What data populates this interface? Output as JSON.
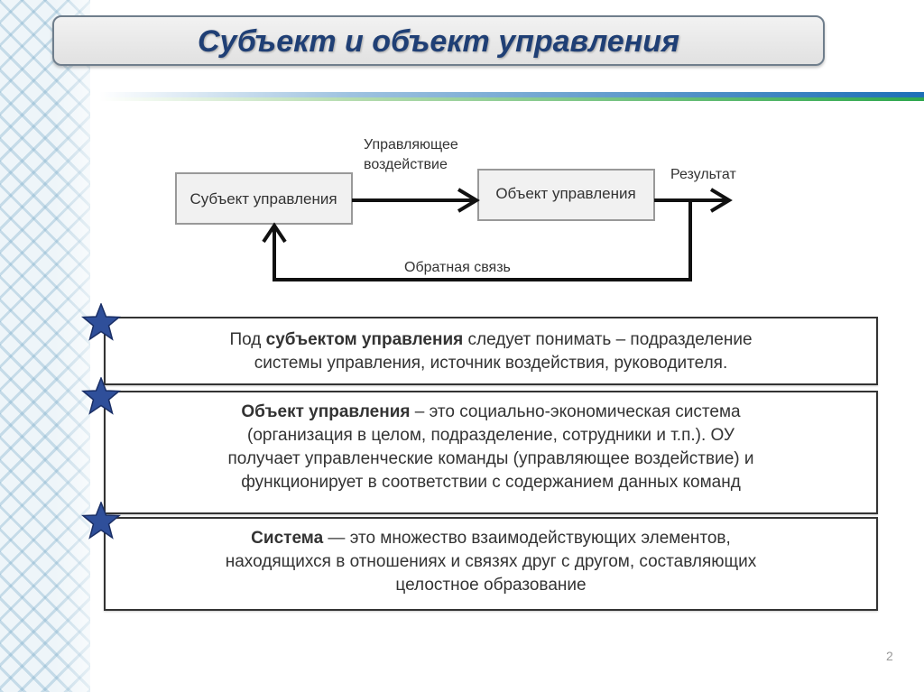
{
  "slide": {
    "title": "Субъект и объект управления",
    "page_number": "2"
  },
  "diagram": {
    "subject_label": "Субъект управления",
    "object_label": "Объект управления",
    "action_label_line1": "Управляющее",
    "action_label_line2": "воздействие",
    "result_label": "Результат",
    "feedback_label": "Обратная связь"
  },
  "definitions": [
    {
      "prefix": "Под ",
      "term": "субъектом управления",
      "text_line1": " следует понимать – подразделение",
      "text_line2": "системы управления, источник воздействия, руководителя."
    },
    {
      "term": "Объект управления",
      "text_line1": " – это социально-экономическая система",
      "text_line2": "(организация в целом, подразделение, сотрудники и т.п.). ОУ",
      "text_line3": "получает управленческие команды (управляющее воздействие) и",
      "text_line4": "функционирует в соответствии с содержанием данных команд"
    },
    {
      "term": "Система",
      "text_line1": " — это множество взаимодействующих элементов,",
      "text_line2": "находящихся в отношениях и связях друг с другом, составляющих",
      "text_line3": "целостное образование"
    }
  ],
  "colors": {
    "title_text": "#1f3f75",
    "star_fill": "#2f4f9a",
    "stripe_blue": "#1d6fb7",
    "stripe_green": "#2fa84f"
  }
}
